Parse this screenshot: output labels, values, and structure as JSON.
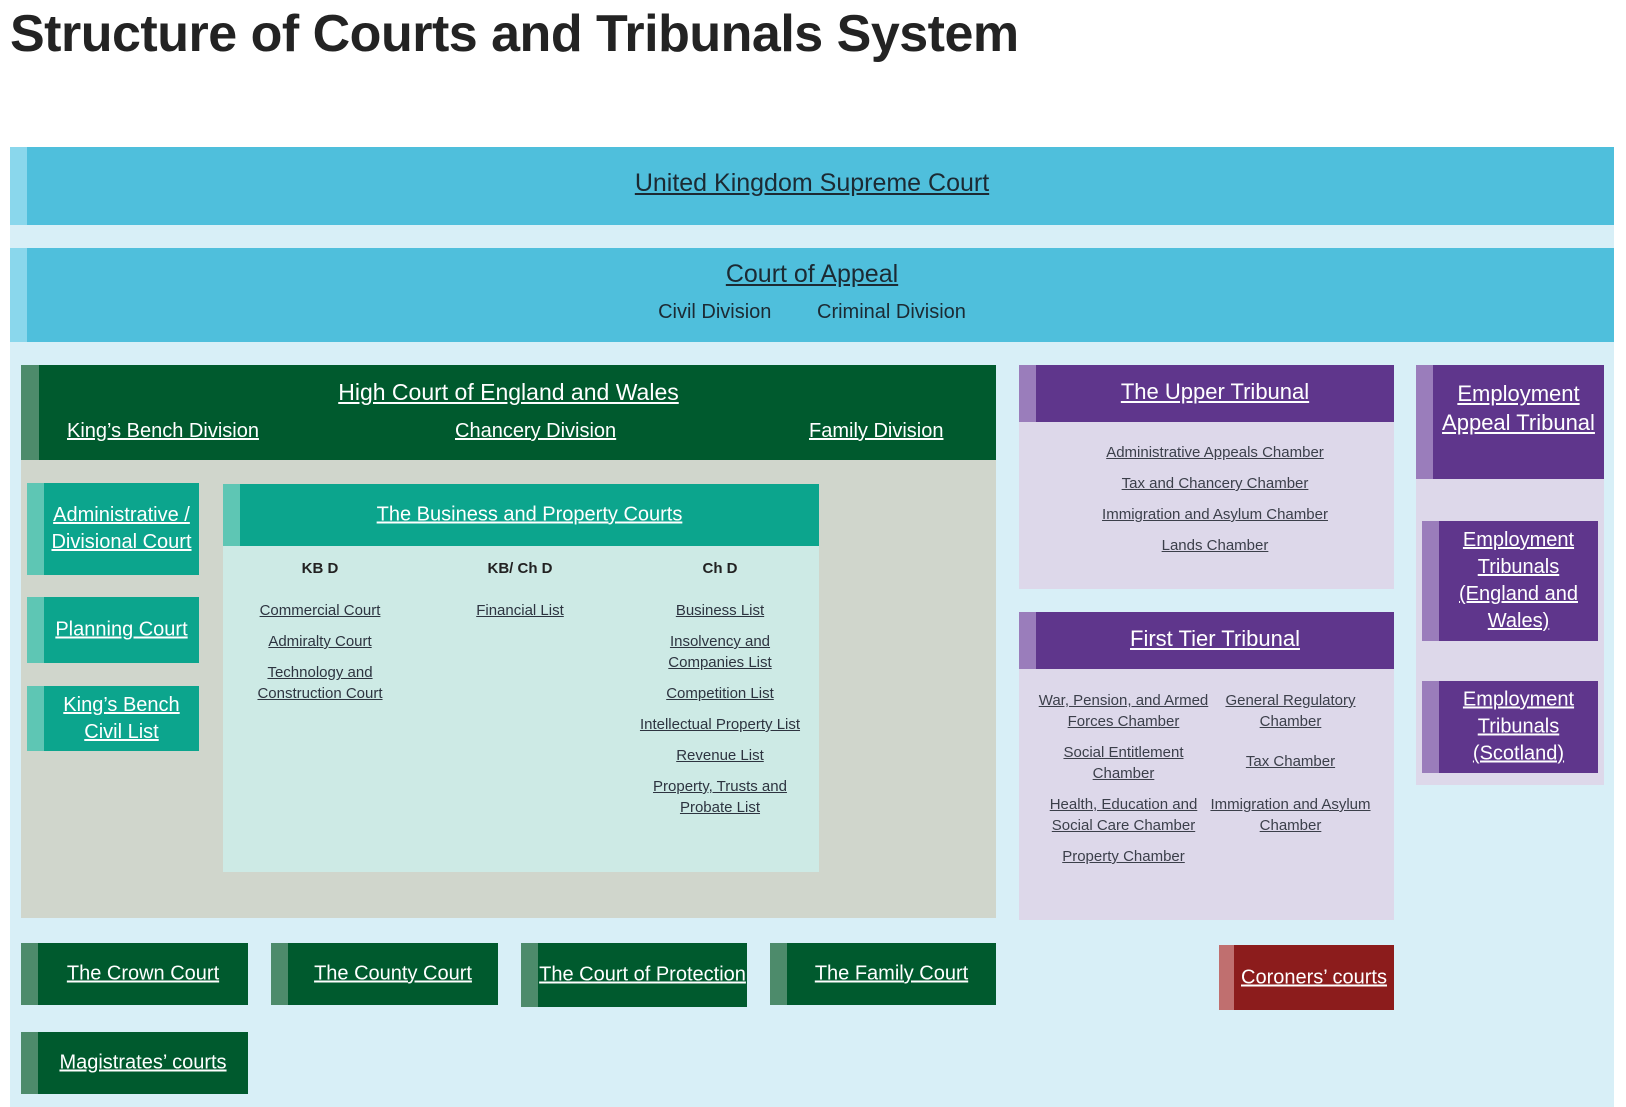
{
  "title": "Structure of Courts and Tribunals System",
  "supreme_court": "United Kingdom Supreme Court",
  "court_of_appeal": {
    "title": "Court of Appeal",
    "divisions": [
      "Civil Division",
      "Criminal Division"
    ]
  },
  "high_court": {
    "title": "High Court of England and Wales",
    "divisions": [
      "King’s Bench Division",
      "Chancery Division",
      "Family Division"
    ],
    "side_courts": [
      "Administrative / Divisional Court",
      "Planning Court",
      "King’s Bench Civil List"
    ],
    "business_property": {
      "title": "The Business and Property Courts",
      "columns": [
        {
          "heading": "KB D",
          "items": [
            "Commercial Court",
            "Admiralty Court",
            "Technology and Construction Court"
          ]
        },
        {
          "heading": "KB/ Ch D",
          "items": [
            "Financial List"
          ]
        },
        {
          "heading": "Ch D",
          "items": [
            "Business List",
            "Insolvency and Companies List",
            "Competition List",
            "Intellectual Property List",
            "Revenue List",
            "Property, Trusts and Probate List"
          ]
        }
      ]
    }
  },
  "upper_tribunal": {
    "title": "The Upper Tribunal",
    "chambers": [
      "Administrative Appeals Chamber",
      "Tax and Chancery Chamber",
      "Immigration and Asylum Chamber",
      "Lands Chamber"
    ]
  },
  "first_tier_tribunal": {
    "title": "First Tier Tribunal",
    "left_chambers": [
      "War, Pension, and Armed Forces Chamber",
      "Social Entitlement Chamber",
      "Health, Education and Social Care Chamber",
      "Property Chamber"
    ],
    "right_chambers": [
      "General Regulatory Chamber",
      "Tax Chamber",
      "Immigration and Asylum Chamber"
    ]
  },
  "employment": {
    "appeal_tribunal": "Employment Appeal Tribunal",
    "tribunals_ew": "Employment Tribunals (England and Wales)",
    "tribunals_scotland": "Employment Tribunals (Scotland)"
  },
  "lower_courts": {
    "crown": "The Crown Court",
    "county": "The County Court",
    "protection": "The Court of Protection",
    "family": "The Family Court",
    "magistrates": "Magistrates’ courts",
    "coroners": "Coroners’ courts"
  },
  "colors": {
    "supreme_blue": "#4fbfdc",
    "high_court_green": "#005a2e",
    "teal": "#0ca58d",
    "tribunal_purple": "#5f368c",
    "coroners_red": "#8c1c1c",
    "background_blue": "#d8eff7"
  }
}
